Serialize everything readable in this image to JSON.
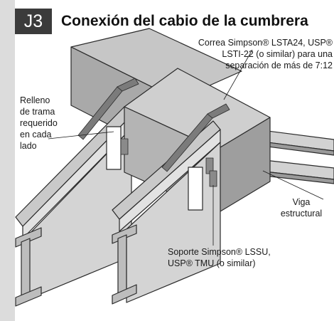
{
  "header": {
    "badge": "J3",
    "title": "Conexión del cabio de la cumbrera"
  },
  "callouts": {
    "strap": [
      "Correa Simpson® LSTA24, USP®",
      "LSTI-22 (o similar) para una",
      "separación de más de 7:12"
    ],
    "blocking": [
      "Relleno",
      "de trama",
      "requerido",
      "en cada",
      "lado"
    ],
    "beam": [
      "Viga",
      "estructural"
    ],
    "hanger": [
      "Soporte Simpson® LSSU,",
      "USP® TMU (o similar)"
    ]
  },
  "colors": {
    "badge_bg": "#3b3b3b",
    "sidebar": "#dcdcdc",
    "steel_light": "#d2d2d2",
    "steel_mid": "#b9b9b9",
    "steel_dark": "#8f8f8f",
    "outline": "#2a2a2a"
  }
}
